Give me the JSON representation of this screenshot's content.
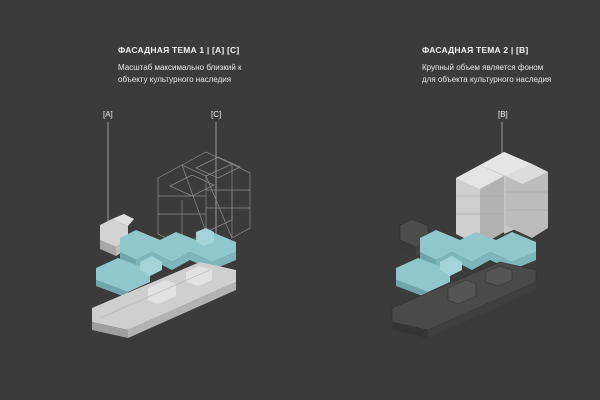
{
  "left": {
    "title": "ФАСАДНАЯ ТЕМА 1  |  [A] [C]",
    "desc_lines": [
      "Масштаб максимально близкий к",
      "объекту культурного наследия"
    ],
    "labels": [
      "[A]",
      "[C]"
    ]
  },
  "right": {
    "title": "ФАСАДНАЯ ТЕМА 2  |  [B]",
    "desc_lines": [
      "Крупный объем является фоном",
      "для объекта культурного наследия"
    ],
    "labels": [
      "[B]"
    ]
  },
  "colors": {
    "background": "#3b3b3b",
    "accent_teal": "#8fc7cc",
    "massing_light": "#d0d0d0",
    "massing_dark": "#4a4a4a",
    "wireframe": "#8a8a8a"
  }
}
